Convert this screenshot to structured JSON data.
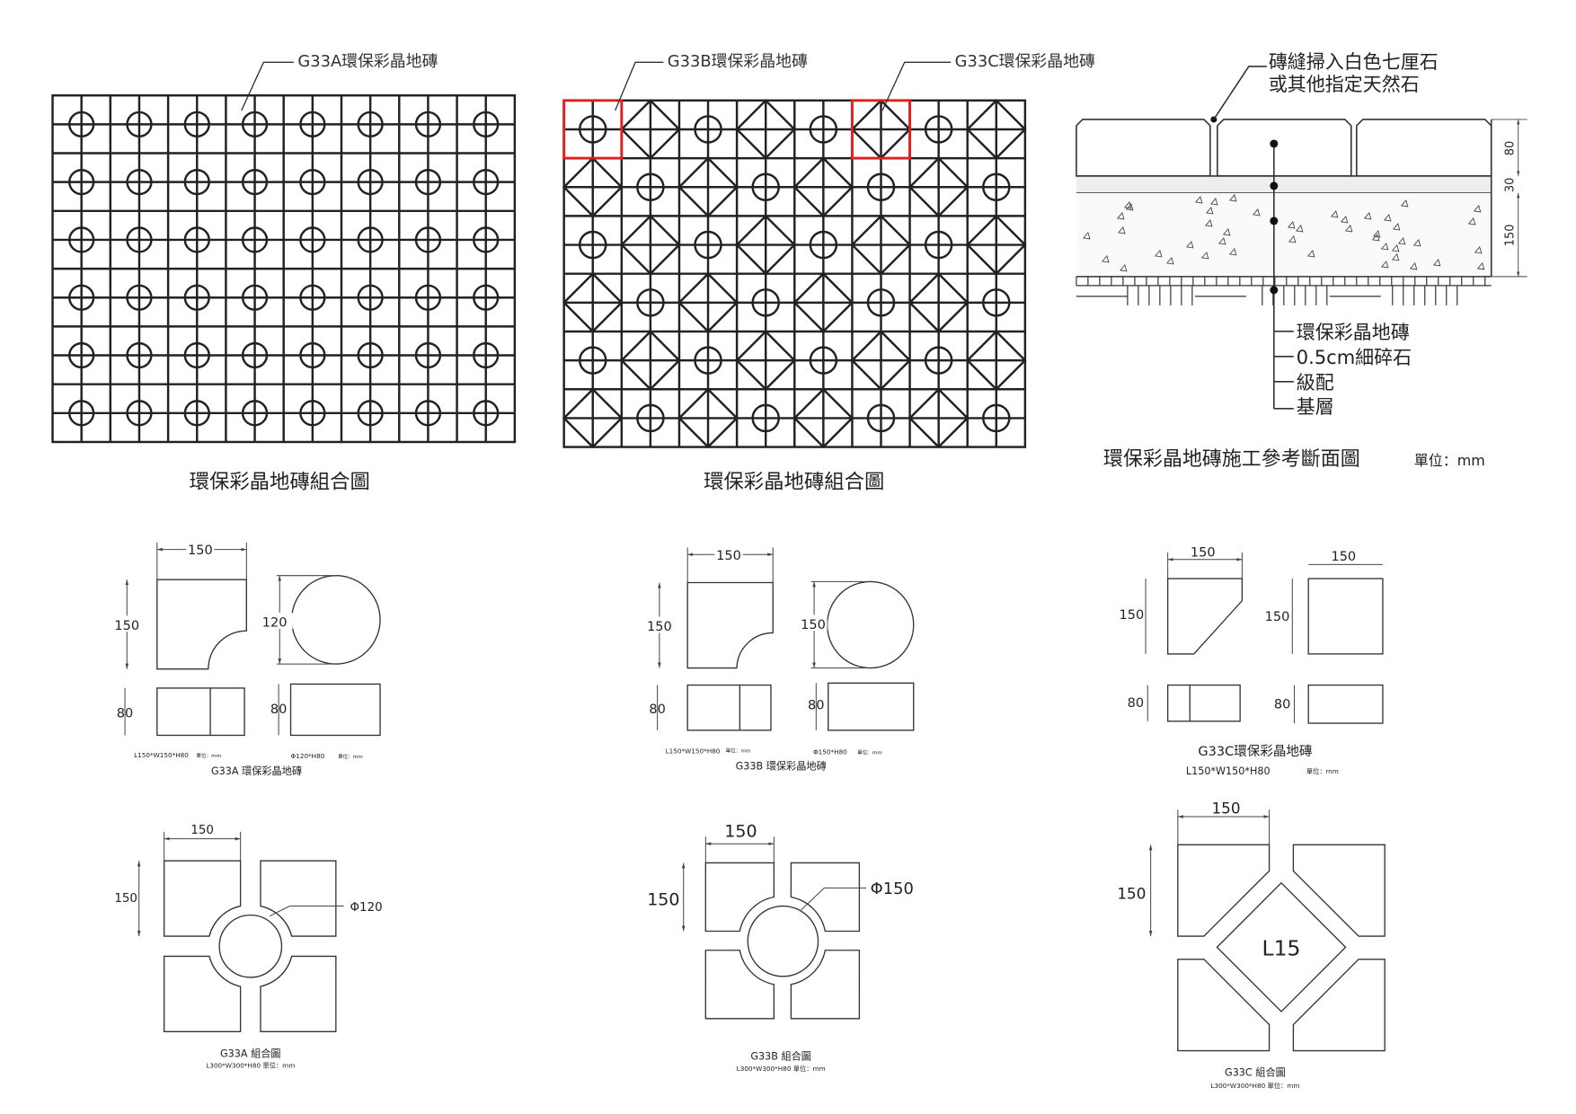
{
  "top": {
    "labels": {
      "g33a": "G33A環保彩晶地磚",
      "g33b": "G33B環保彩晶地磚",
      "g33c": "G33C環保彩晶地磚"
    },
    "titles": {
      "pattern_a": "環保彩晶地磚組合圖",
      "pattern_b": "環保彩晶地磚組合圖"
    },
    "grid_a": {
      "cols": 8,
      "rows": 6,
      "shape": "circle"
    },
    "grid_b": {
      "cols": 8,
      "rows": 6,
      "shape": "circle-diamond-alternating"
    },
    "highlight_color": "#e02020"
  },
  "section": {
    "joint_note_1": "磚縫掃入白色七厘石",
    "joint_note_2": "或其他指定天然石",
    "layers": [
      "環保彩晶地磚",
      "0.5cm細碎石",
      "級配",
      "基層"
    ],
    "dims": [
      "80",
      "30",
      "150"
    ],
    "title": "環保彩晶地磚施工參考斷面圖",
    "unit": "單位：mm"
  },
  "details": {
    "a": {
      "dim_w": "150",
      "dim_h": "150",
      "dim_circle": "120",
      "h1": "80",
      "h2": "80",
      "spec1": "L150*W150*H80",
      "spec2": "Φ120*H80",
      "unit": "單位：mm",
      "title": "G33A 環保彩晶地磚"
    },
    "b": {
      "dim_w": "150",
      "dim_h": "150",
      "dim_circle": "150",
      "h1": "80",
      "h2": "80",
      "spec1": "L150*W150*H80",
      "spec2": "Φ150*H80",
      "unit": "單位：mm",
      "title": "G33B 環保彩晶地磚"
    },
    "c": {
      "dim_w": "150",
      "dim_h": "150",
      "dim_w2": "150",
      "dim_h2": "150",
      "h1": "80",
      "h2": "80",
      "title": "G33C環保彩晶地磚",
      "spec": "L150*W150*H80",
      "unit": "單位：mm"
    }
  },
  "combos": {
    "a": {
      "dim_w": "150",
      "dim_h": "150",
      "center": "Φ120",
      "title": "G33A 組合圖",
      "spec": "L300*W300*H80 單位：mm"
    },
    "b": {
      "dim_w": "150",
      "dim_h": "150",
      "center": "Φ150",
      "title": "G33B 組合圖",
      "spec": "L300*W300*H80 單位：mm"
    },
    "c": {
      "dim_w": "150",
      "dim_h": "150",
      "center": "L15",
      "title": "G33C 組合圖",
      "spec": "L300*W300*H80 單位：mm"
    }
  }
}
